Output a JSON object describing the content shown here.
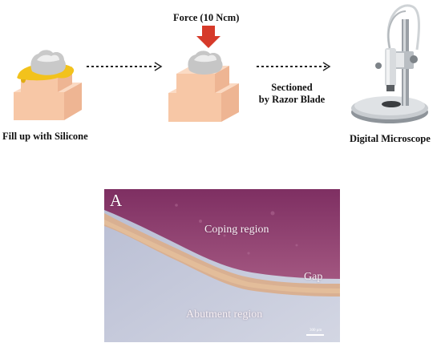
{
  "steps": {
    "fill": "Fill up with Silicone",
    "force": "Force (10 Ncm)",
    "sectioned_line1": "Sectioned",
    "sectioned_line2": "by Razor Blade",
    "microscope": "Digital Microscope"
  },
  "micrograph": {
    "panel_letter": "A",
    "coping": "Coping region",
    "gap": "Gap",
    "abutment": "Abutment region",
    "scale": "300 μm"
  },
  "colors": {
    "block": "#f6c9a8",
    "block_top": "#fadcc5",
    "silicone": "#f2c21c",
    "force_arrow": "#d63a2a",
    "coping_region": "#8e3f6e",
    "gap_band": "#d9a97c",
    "abutment_region": "#c9cedf"
  }
}
